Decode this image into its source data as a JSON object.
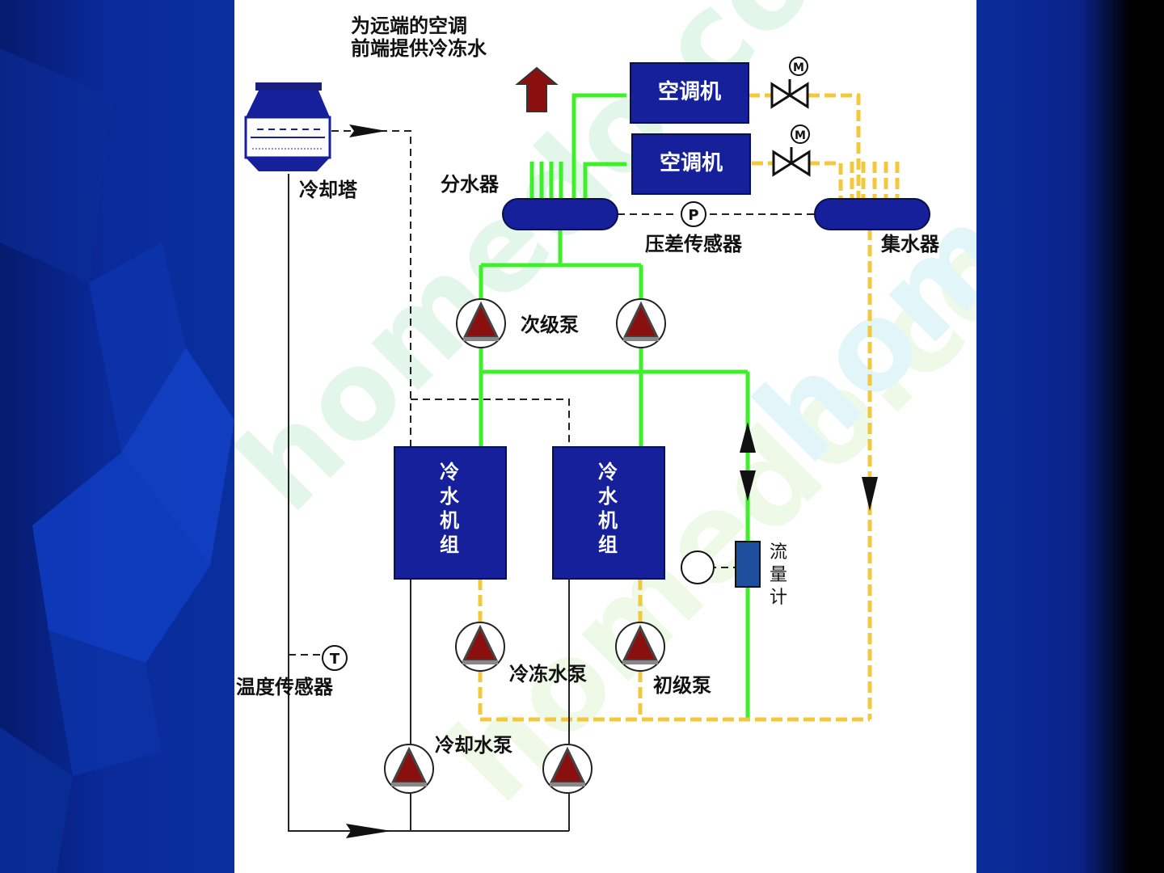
{
  "diagram": {
    "labels": {
      "front_end_supply": [
        "为远端的空调",
        "前端提供冷冻水"
      ],
      "cooling_tower": "冷却塔",
      "water_distributor": "分水器",
      "ahu_1": "空调机",
      "ahu_2": "空调机",
      "water_collector": "集水器",
      "pressure_sensor": "压差传感器",
      "pressure_symbol": "P",
      "secondary_pump": "次级泵",
      "chiller_1": [
        "冷",
        "水",
        "机",
        "组"
      ],
      "chiller_2": [
        "冷",
        "水",
        "机",
        "组"
      ],
      "flow_meter": [
        "流",
        "量",
        "计"
      ],
      "chilled_water_pump": "冷冻水泵",
      "primary_pump": "初级泵",
      "temperature_sensor": "温度传感器",
      "temperature_symbol": "T",
      "cooling_water_pump": "冷却水泵",
      "valve_motor_symbol": "M"
    },
    "watermark": "homedo.com",
    "colors": {
      "supply_pipe": "#3ef02a",
      "return_pipe": "#f2c83c",
      "equipment_fill": "#15209a",
      "pump_fill": "#8a1010",
      "flow_meter_fill": "#1d4f9e",
      "signal_line": "#222222"
    }
  }
}
